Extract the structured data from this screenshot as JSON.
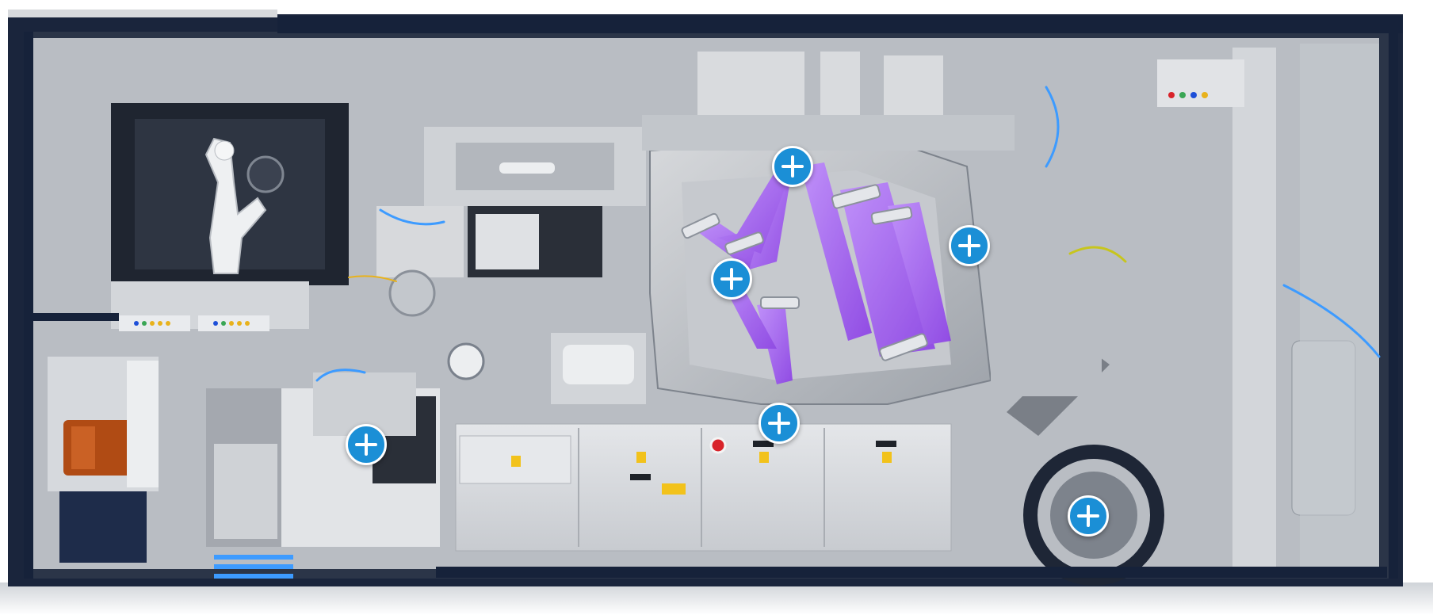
{
  "illustration": {
    "subject": "machine-cutaway-illustration",
    "colors": {
      "frame": "#16223a",
      "body": "#c9cbcf",
      "panel": "#dcdee1",
      "light_beam": "#a45cf0",
      "hotspot": "#1b8fd6"
    }
  },
  "hotspots": [
    {
      "id": "hotspot-top-center",
      "icon": "plus-icon"
    },
    {
      "id": "hotspot-right-module",
      "icon": "plus-icon"
    },
    {
      "id": "hotspot-center-left",
      "icon": "plus-icon"
    },
    {
      "id": "hotspot-left-module",
      "icon": "plus-icon"
    },
    {
      "id": "hotspot-bottom-center",
      "icon": "plus-icon"
    },
    {
      "id": "hotspot-bottom-right",
      "icon": "plus-icon"
    }
  ]
}
